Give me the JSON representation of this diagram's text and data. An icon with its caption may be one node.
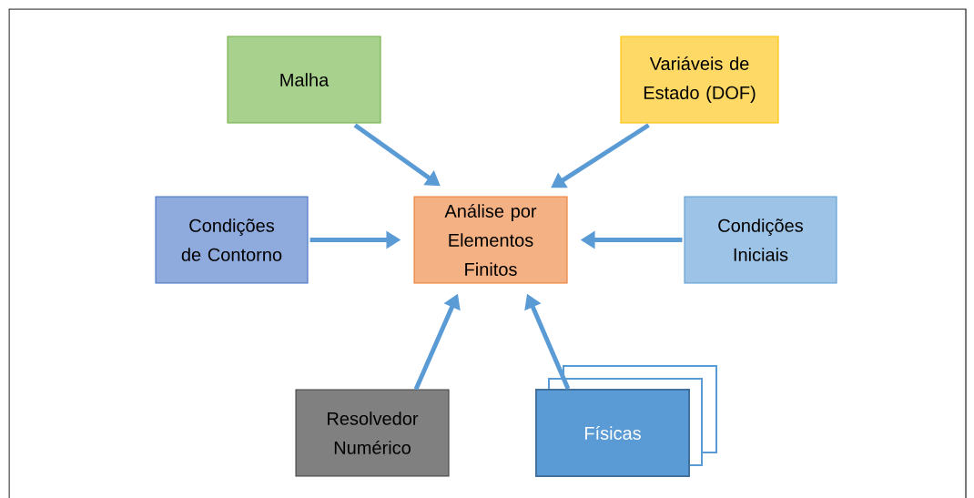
{
  "diagram": {
    "nodes": [
      {
        "text": [
          "Malha"
        ]
      },
      {
        "text": [
          "Variáveis de Estado (DOF)"
        ]
      },
      {
        "text": [
          "Condições de Contorno"
        ]
      },
      {
        "text": [
          "Análise por Elementos Finitos"
        ]
      },
      {
        "text": [
          "Condições Iniciais"
        ]
      },
      {
        "text": [
          "Resolvedor Numérico"
        ]
      },
      {
        "text": [
          "Físicas"
        ]
      }
    ],
    "edges": [
      {
        "from": 0,
        "to": 3,
        "arrow": "to"
      },
      {
        "from": 1,
        "to": 3,
        "arrow": "to"
      },
      {
        "from": 2,
        "to": 3,
        "arrow": "to"
      },
      {
        "from": 4,
        "to": 3,
        "arrow": "to"
      },
      {
        "from": 5,
        "to": 3,
        "arrow": "to"
      },
      {
        "from": 6,
        "to": 3,
        "arrow": "to"
      }
    ]
  }
}
